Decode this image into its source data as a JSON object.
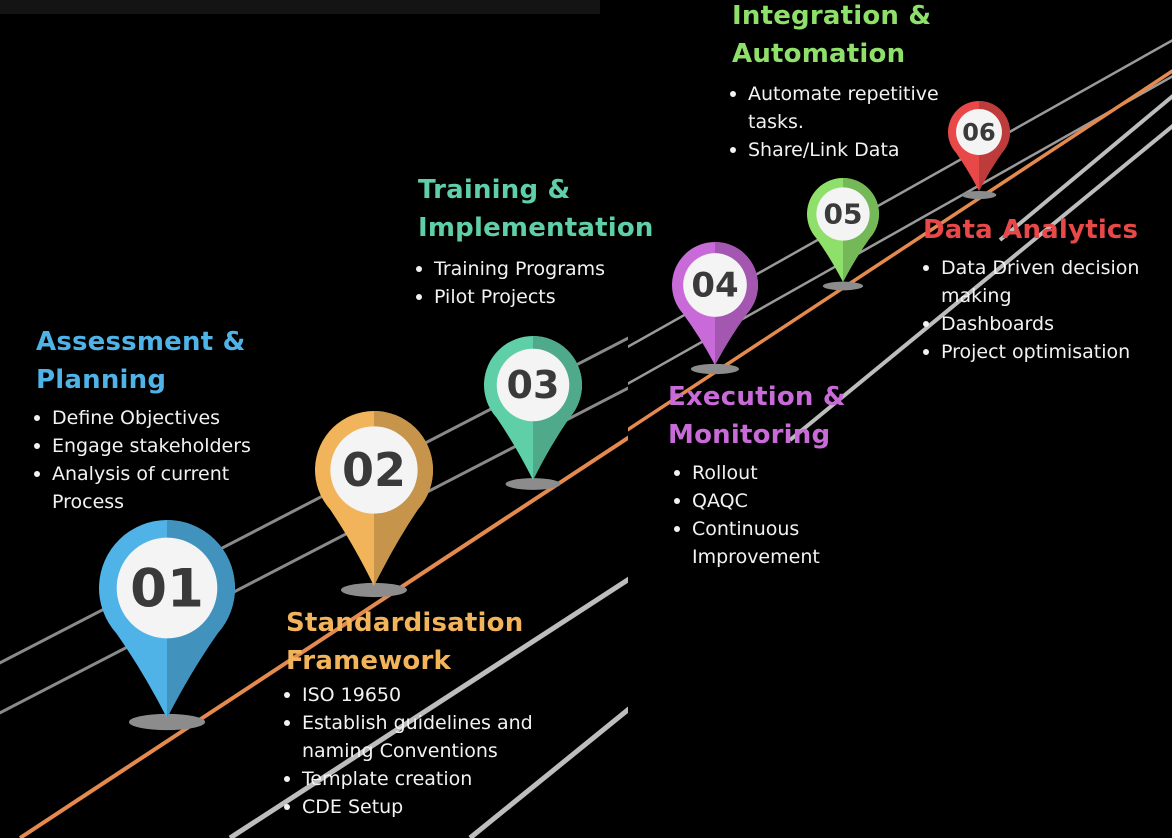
{
  "steps": [
    {
      "number": "01",
      "title_lines": [
        "Assessment &",
        "Planning"
      ],
      "color": "#4fb3e8",
      "bullets": [
        "Define Objectives",
        "Engage stakeholders",
        "Analysis of current\nProcess"
      ]
    },
    {
      "number": "02",
      "title_lines": [
        "Standardisation",
        "Framework"
      ],
      "color": "#f2b45a",
      "bullets": [
        "ISO 19650",
        "Establish guidelines and\nnaming Conventions",
        "Template creation",
        "CDE Setup"
      ]
    },
    {
      "number": "03",
      "title_lines": [
        "Training &",
        "Implementation"
      ],
      "color": "#5fcfa8",
      "bullets": [
        "Training Programs",
        "Pilot Projects"
      ]
    },
    {
      "number": "04",
      "title_lines": [
        "Execution &",
        "Monitoring"
      ],
      "color": "#c86ad8",
      "bullets": [
        "Rollout",
        "QAQC",
        "Continuous\nImprovement"
      ]
    },
    {
      "number": "05",
      "title_lines": [
        "Integration &",
        "Automation"
      ],
      "color": "#8fe06a",
      "bullets": [
        "Automate repetitive\ntasks.",
        "Share/Link Data"
      ]
    },
    {
      "number": "06",
      "title_lines": [
        "Data Analytics"
      ],
      "color": "#e84848",
      "bullets": [
        "Data Driven decision\nmaking",
        "Dashboards",
        "Project optimisation"
      ]
    }
  ]
}
